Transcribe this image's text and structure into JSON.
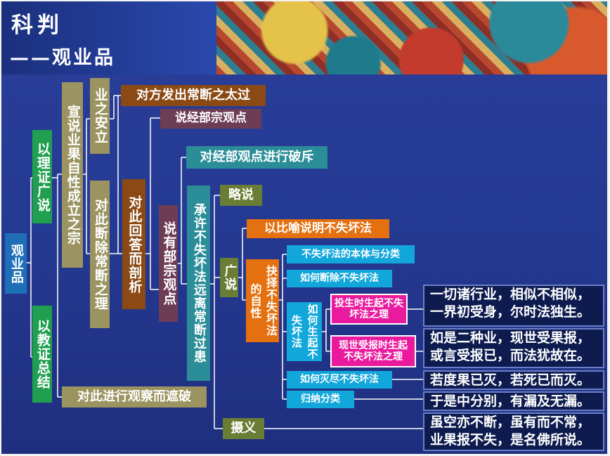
{
  "header": {
    "title": "科判",
    "subtitle": "——观业品"
  },
  "nodes": {
    "root": "观业品",
    "lizheng": "以理证广说",
    "jiaozheng": "以教证总结",
    "xuanshuo": "宣说业果自性成立之宗",
    "guancha": "对此进行观察而遮破",
    "yezhianli": "业之安立",
    "duichi": "对此断除常断之理",
    "duifang": "对方发出常断之太过",
    "huida": "对此回答而剖析",
    "jingbu_view": "说经部宗观点",
    "youbu": "说有部宗观点",
    "pochi": "对经部观点进行破斥",
    "chengxu": "承许不失坏法远离常断过患",
    "lueshuo": "略说",
    "guangshuo": "广说",
    "sheyi": "摄义",
    "biyu": "以比喻说明不失坏法",
    "jueze": "抉择不失坏法的自性",
    "benti": "不失坏法的本体与分类",
    "duanchu": "如何断除不失坏法",
    "ruhe_qi": "如何生起不失坏法",
    "toushi": "投生时生起不失坏法之理",
    "xianshi": "现世受报时生起不失坏法之理",
    "miejin": "如何灭尽不失坏法",
    "guina": "归纳分类"
  },
  "verses": {
    "v1": [
      "一切诸行业，相似不相似，",
      "一界初受身，尔时法独生。"
    ],
    "v2": [
      "如是二种业，现世受果报，",
      "或言受报已，而法犹故在。"
    ],
    "v3": "若度果已灭，若死已而灭。",
    "v4": "于是中分别，有漏及无漏。",
    "v5": [
      "虽空亦不断，虽有而不常，",
      "业果报不失，是名佛所说。"
    ]
  },
  "colors": {
    "blue": "#1e6fb8",
    "green": "#1f9f4f",
    "khaki": "#9b9360",
    "olive": "#6a7d34",
    "brown": "#8b4a14",
    "plum": "#6d3c55",
    "teal": "#2b8d98",
    "orange": "#e5700f",
    "cyan": "#12a7db",
    "magenta": "#ea1a9e",
    "dark": "#0d1b4f"
  }
}
